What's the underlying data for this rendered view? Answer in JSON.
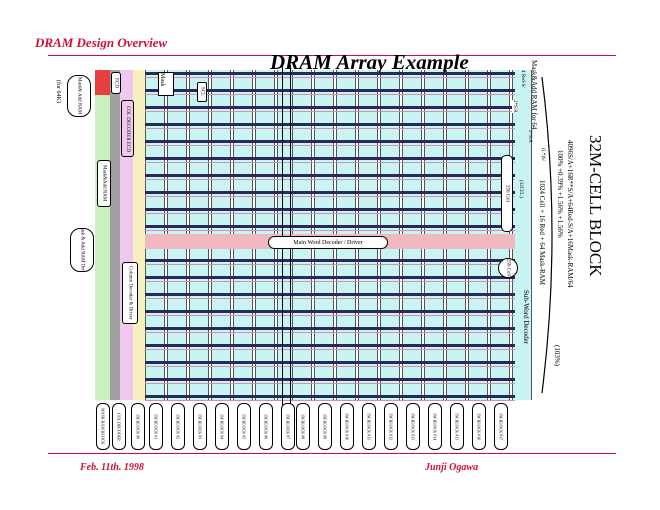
{
  "header": {
    "title": "DRAM Design Overview",
    "slide_title": "DRAM Array Example"
  },
  "footer": {
    "date": "Feb. 11th. 1998",
    "author": "Junji  Ogawa"
  },
  "left": {
    "mask_ram": "Mask& Add RAM",
    "for64k": "(for 64K)",
    "mask_driver": "Mask & Add RAM Driver",
    "ecd": "ECD",
    "mask_ram_block": "Mask&Add RAM",
    "col_decoder_ecd": "COL DECODER ECD",
    "col_dec": "COL DECODER",
    "column_decoder_driver": "Column Decoder & Driver",
    "mask_label": "Mask",
    "scl": "SCL"
  },
  "center": {
    "main_word_decoder": "Main Word Decoder / Driver"
  },
  "right": {
    "block_title": "32M-CELL BLOCK",
    "mask_ram_for64": "Mask&Add RAM for 64",
    "red_sa": "4 Red-S/",
    "x4": "2*S/A",
    "x8": "2*S/A",
    "lr_sa": "(L*)S/",
    "n256": "256 Cell",
    "n32": "(32CEL)",
    "formula": "4096S/A+16R**S/A+64Red-S/A+16Mask-RAM/64",
    "percents": "100%  +0.39%  +1.56%  +1.56%",
    "lines": "1024 Cell + 16 Red + 64 Mask-RAM",
    "circ": "256 Cell",
    "sub_word": "Sub-Word Decoder",
    "total": "(103%)"
  },
  "blocks": [
    "MASK RAM BLOCK",
    "COL DECODER",
    "1M BLOCK #0",
    "1M BLOCK #1",
    "1M BLOCK #2",
    "1M BLOCK #3",
    "1M BLOCK #4",
    "1M BLOCK #5",
    "1M BLOCK #6",
    "1M BLOCK #7",
    "1M BLOCK #8",
    "1M BLOCK #9",
    "1M BLOCK #10",
    "1M BLOCK #11",
    "1M BLOCK #12",
    "1M BLOCK #13",
    "1M BLOCK #14",
    "1M BLOCK #15",
    "1M BLOCK #16",
    "1M BLOCK #17"
  ],
  "colors": {
    "accent": "#d0103a",
    "cell": "#c8f4f4",
    "line": "#2a2a5a",
    "pink": "#f0b8c0"
  }
}
